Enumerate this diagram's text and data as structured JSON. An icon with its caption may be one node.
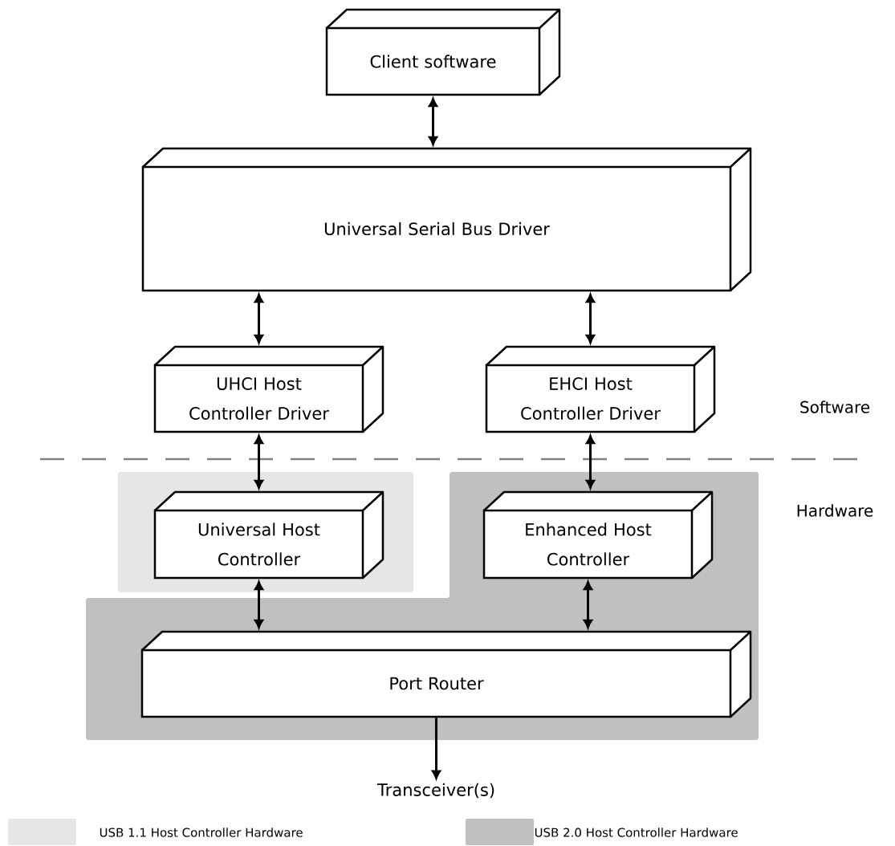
{
  "diagram": {
    "nodes": [
      {
        "text": [
          "Client software"
        ]
      },
      {
        "text": [
          "Universal Serial Bus Driver"
        ]
      },
      {
        "text": [
          "UHCI Host Controller Driver"
        ]
      },
      {
        "text": [
          "EHCI Host Controller Driver"
        ]
      },
      {
        "text": [
          "Universal Host Controller"
        ]
      },
      {
        "text": [
          "Enhanced Host Controller"
        ]
      },
      {
        "text": [
          "Port Router"
        ]
      },
      {
        "text": [
          "Transceiver(s)"
        ]
      }
    ],
    "edges": [
      {
        "from": 0,
        "to": 1,
        "arrow": "both"
      },
      {
        "from": 1,
        "to": 2,
        "arrow": "both"
      },
      {
        "from": 1,
        "to": 3,
        "arrow": "both"
      },
      {
        "from": 2,
        "to": 4,
        "arrow": "both"
      },
      {
        "from": 3,
        "to": 5,
        "arrow": "both"
      },
      {
        "from": 4,
        "to": 6,
        "arrow": "both"
      },
      {
        "from": 5,
        "to": 6,
        "arrow": "both"
      },
      {
        "from": 6,
        "to": 7,
        "arrow": "to"
      }
    ],
    "labels": [
      "Software",
      "Hardware"
    ],
    "legend": [
      {
        "text": "USB 1.1 Host Controller Hardware",
        "color": "#e6e6e6"
      },
      {
        "text": "USB 2.0 Host Controller Hardware",
        "color": "#c0c0c0"
      }
    ]
  }
}
